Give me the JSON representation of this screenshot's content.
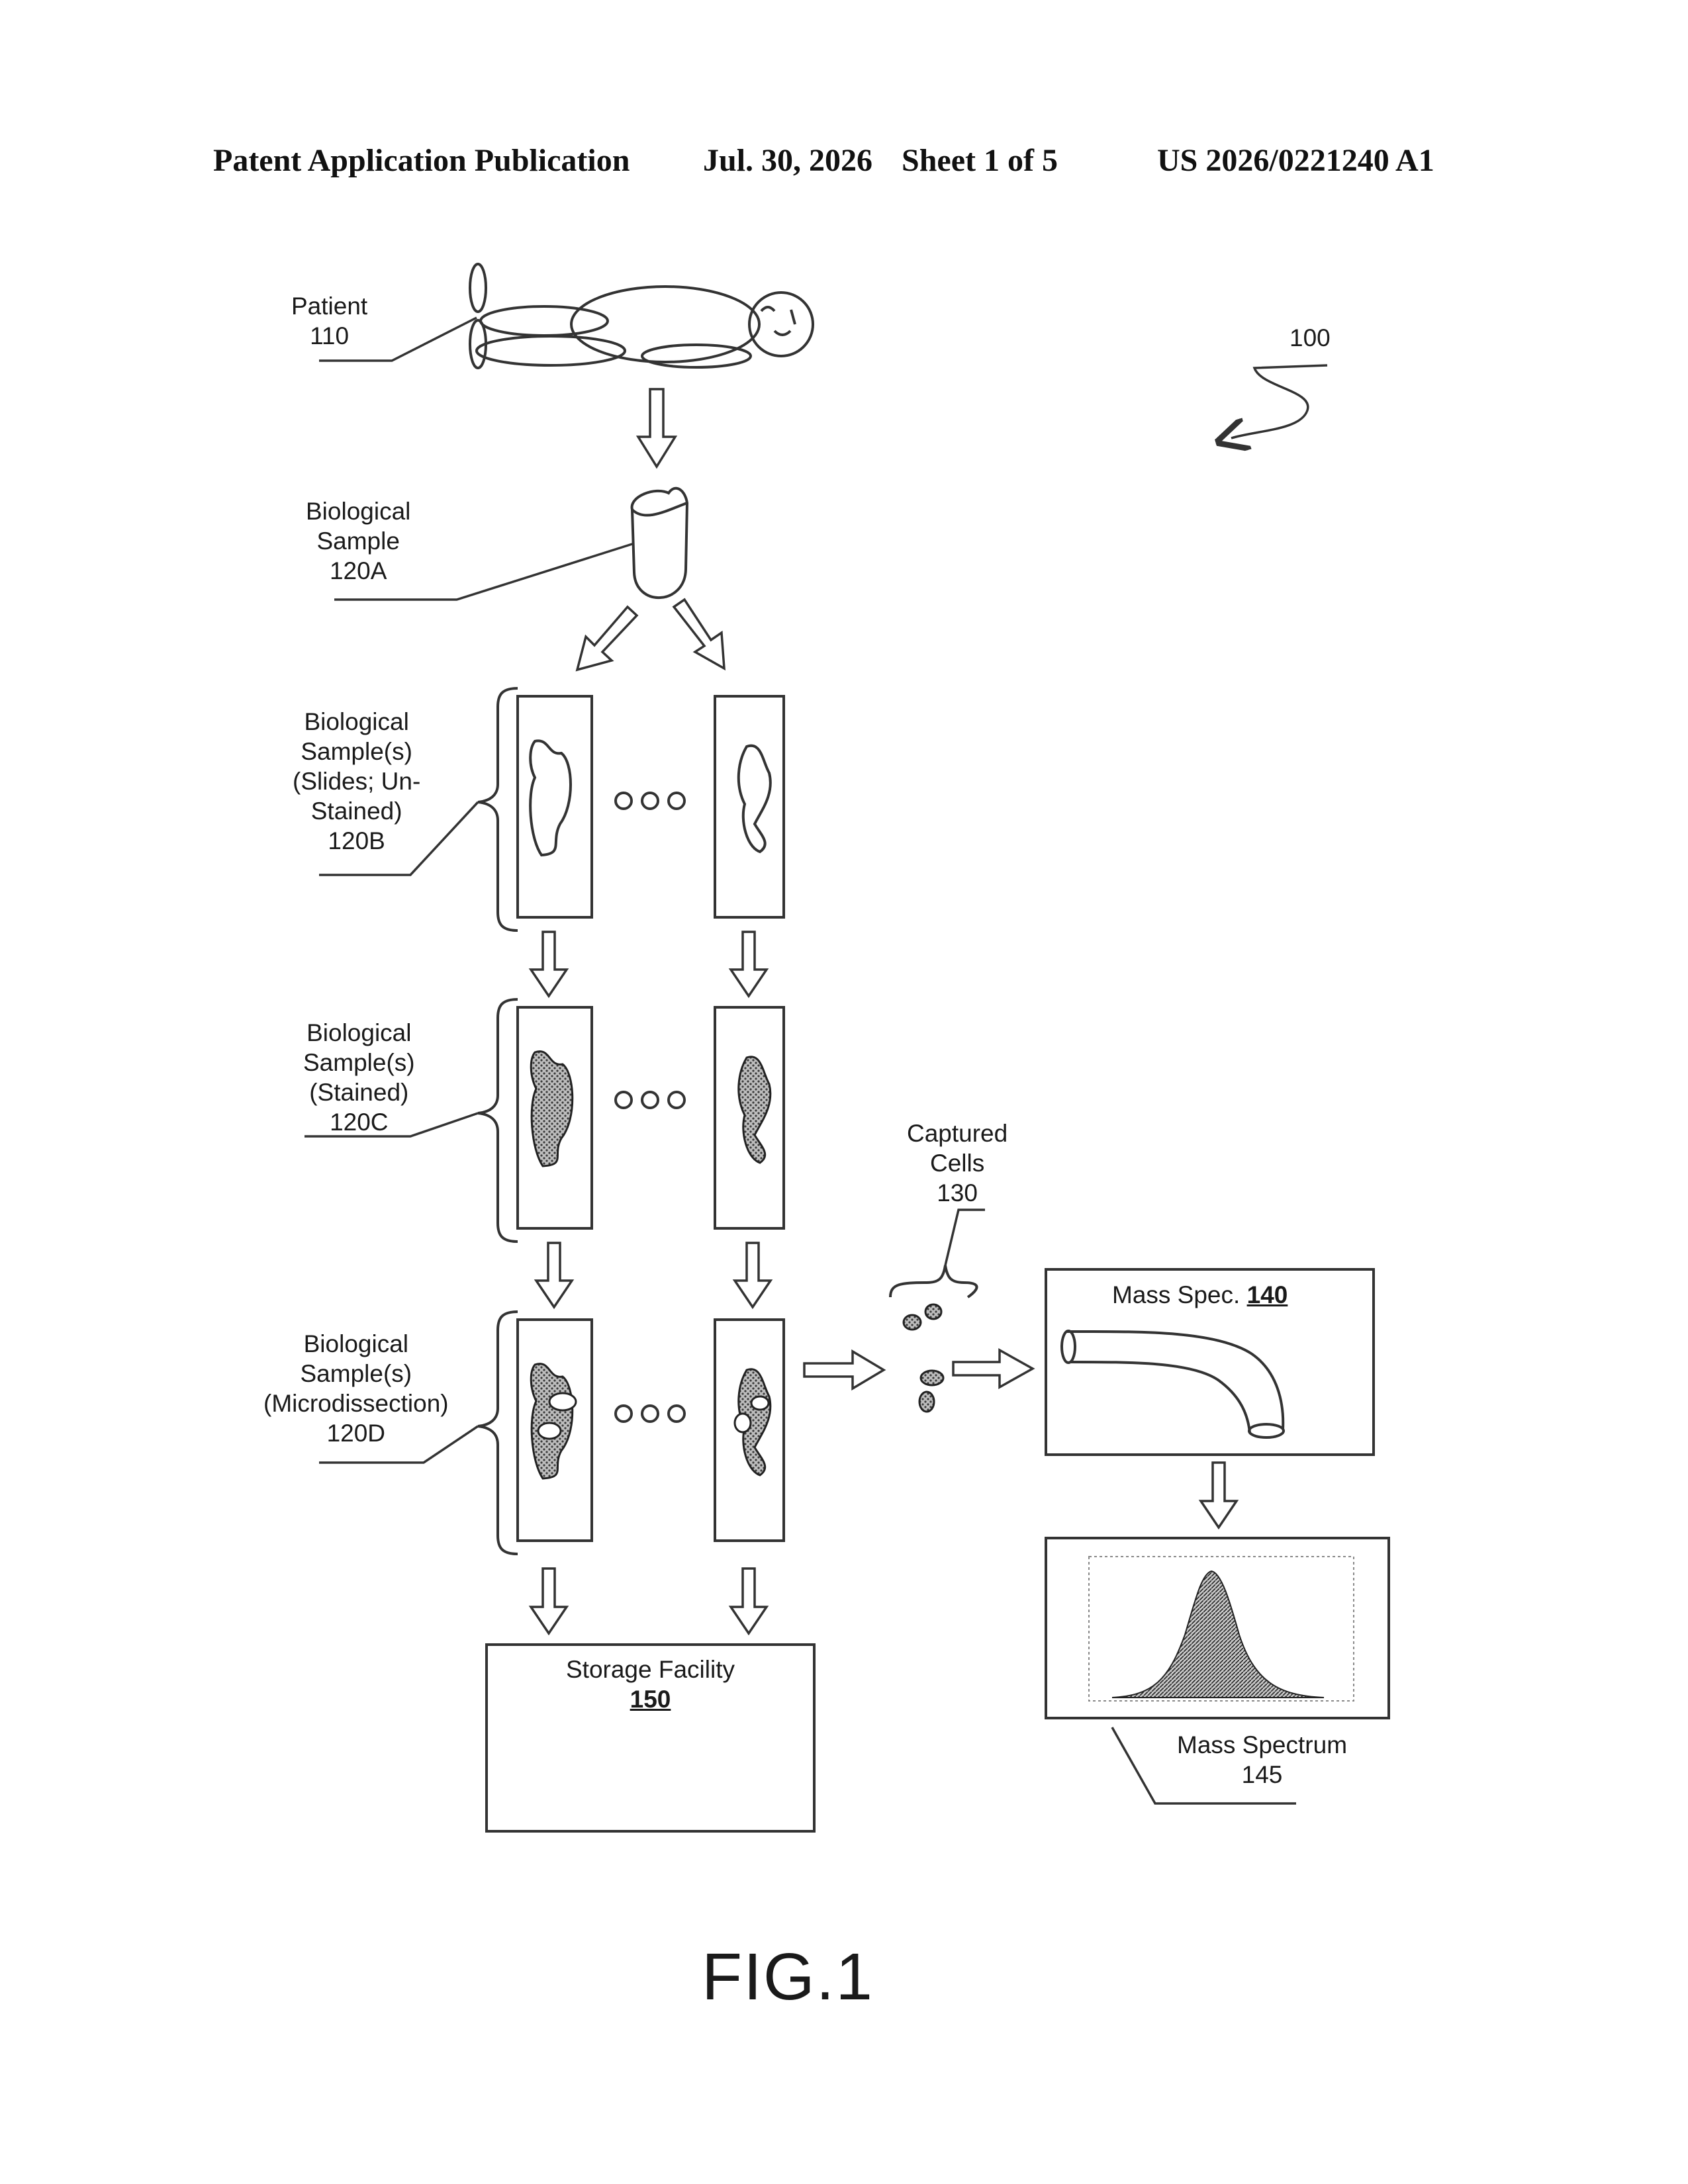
{
  "header": {
    "publication": "Patent Application Publication",
    "date": "Jul. 30, 2026",
    "sheet": "Sheet 1 of 5",
    "number": "US 2026/0221240 A1"
  },
  "figure": {
    "ref_100": "100",
    "patient": {
      "line1": "Patient",
      "ref": "110"
    },
    "sample_120a": {
      "line1": "Biological",
      "line2": "Sample",
      "ref": "120A"
    },
    "sample_120b": {
      "line1": "Biological",
      "line2": "Sample(s)",
      "line3": "(Slides; Un-",
      "line4": "Stained)",
      "ref": "120B"
    },
    "sample_120c": {
      "line1": "Biological",
      "line2": "Sample(s)",
      "line3": "(Stained)",
      "ref": "120C"
    },
    "sample_120d": {
      "line1": "Biological",
      "line2": "Sample(s)",
      "line3": "(Microdissection)",
      "ref": "120D"
    },
    "captured_cells": {
      "line1": "Captured",
      "line2": "Cells",
      "ref": "130"
    },
    "mass_spec": {
      "label": "Mass Spec.",
      "ref": "140"
    },
    "mass_spectrum": {
      "line1": "Mass Spectrum",
      "ref": "145"
    },
    "storage": {
      "label": "Storage Facility",
      "ref": "150"
    },
    "fig_label": "FIG.1"
  }
}
